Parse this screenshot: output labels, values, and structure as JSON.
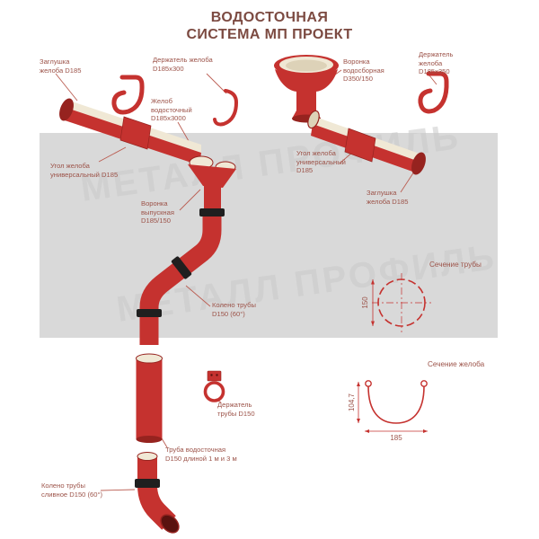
{
  "title": "ВОДОСТОЧНАЯ\nСИСТЕМА МП ПРОЕКТ",
  "watermark": "МЕТАЛЛ ПРОФИЛЬ",
  "labels": {
    "endcap_left": "Заглушка\nжелоба D185",
    "gutter_holder_300": "Держатель желоба\nD185х300",
    "collector_funnel": "Воронка\nводосборная\nD350/150",
    "gutter_holder_350": "Держатель\nжелоба\nD185х350",
    "gutter": "Желоб\nводосточный\nD185х3000",
    "angle_left": "Угол желоба\nуниверсальный D185",
    "angle_right": "Угол желоба\nуниверсальный\nD185",
    "endcap_right": "Заглушка\nжелоба D185",
    "outlet_funnel": "Воронка\nвыпускная\nD185/150",
    "pipe_elbow": "Колено трубы\nD150 (60°)",
    "pipe_holder": "Держатель\nтрубы D150",
    "downpipe": "Труба водосточная\nD150 длиной 1 м и 3 м",
    "drain_elbow": "Колено трубы\nсливное D150 (60°)"
  },
  "sections": {
    "pipe": {
      "title": "Сечение трубы",
      "diameter": "150"
    },
    "gutter": {
      "title": "Сечение желоба",
      "width": "185",
      "height": "104,7"
    }
  },
  "colors": {
    "red": "#c5322f",
    "dark_red": "#96231f",
    "cream": "#f0e8d5",
    "panel_gray": "#d9d9d9",
    "label_text": "#9c5349",
    "title_text": "#7c4a41"
  }
}
